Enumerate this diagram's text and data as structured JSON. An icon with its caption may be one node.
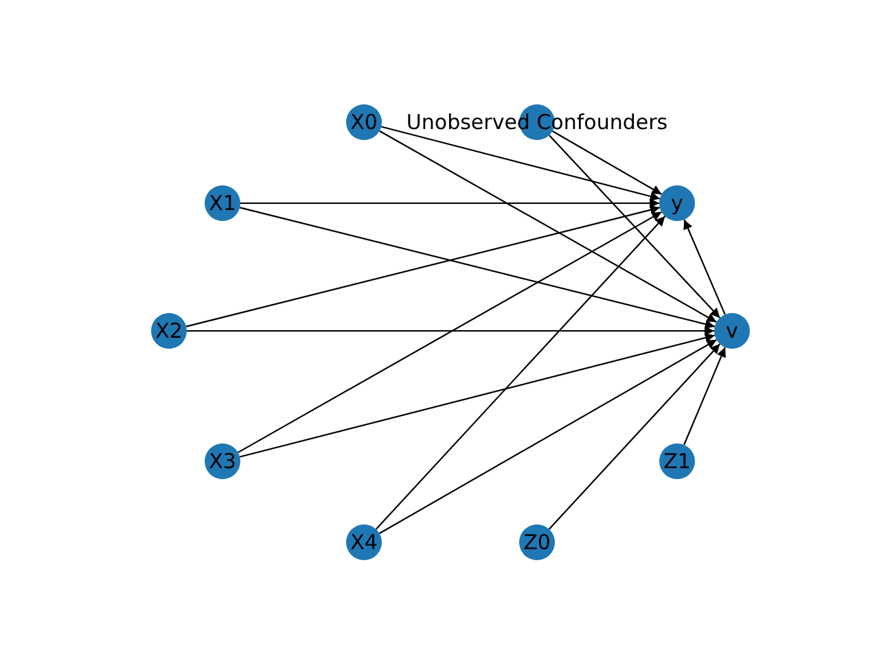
{
  "diagram": {
    "nodes": [
      {
        "text": [
          "X0"
        ]
      },
      {
        "text": [
          "Unobserved Confounders"
        ]
      },
      {
        "text": [
          "X1"
        ]
      },
      {
        "text": [
          "y"
        ]
      },
      {
        "text": [
          "X2"
        ]
      },
      {
        "text": [
          "v"
        ]
      },
      {
        "text": [
          "X3"
        ]
      },
      {
        "text": [
          "Z1"
        ]
      },
      {
        "text": [
          "X4"
        ]
      },
      {
        "text": [
          "Z0"
        ]
      }
    ],
    "edges": [
      {
        "from": 0,
        "to": 3,
        "arrow": "to"
      },
      {
        "from": 0,
        "to": 5,
        "arrow": "to"
      },
      {
        "from": 1,
        "to": 3,
        "arrow": "to"
      },
      {
        "from": 1,
        "to": 5,
        "arrow": "to"
      },
      {
        "from": 2,
        "to": 3,
        "arrow": "to"
      },
      {
        "from": 2,
        "to": 5,
        "arrow": "to"
      },
      {
        "from": 4,
        "to": 3,
        "arrow": "to"
      },
      {
        "from": 4,
        "to": 5,
        "arrow": "to"
      },
      {
        "from": 6,
        "to": 3,
        "arrow": "to"
      },
      {
        "from": 6,
        "to": 5,
        "arrow": "to"
      },
      {
        "from": 8,
        "to": 3,
        "arrow": "to"
      },
      {
        "from": 8,
        "to": 5,
        "arrow": "to"
      },
      {
        "from": 9,
        "to": 5,
        "arrow": "to"
      },
      {
        "from": 7,
        "to": 5,
        "arrow": "to"
      },
      {
        "from": 5,
        "to": 3,
        "arrow": "to"
      }
    ]
  }
}
